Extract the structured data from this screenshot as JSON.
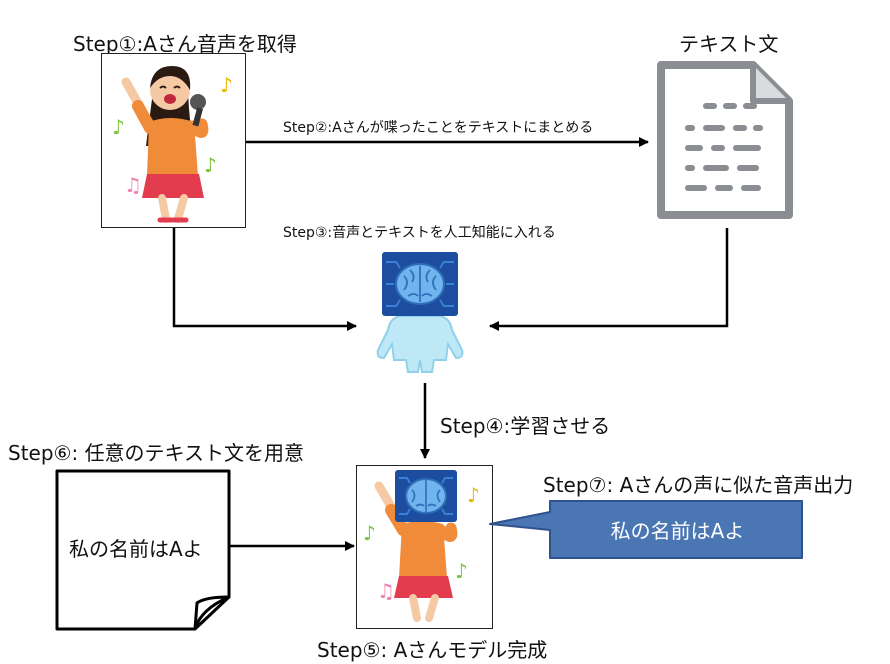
{
  "steps": {
    "step1": "Step①:Aさん音声を取得",
    "step2": "Step②:Aさんが喋ったことをテキストにまとめる",
    "step3": "Step③:音声とテキストを人工知能に入れる",
    "step4": "Step④:学習させる",
    "step5": "Step⑤: Aさんモデル完成",
    "step6": "Step⑥: 任意のテキスト文を用意",
    "step7": "Step⑦:  Aさんの声に似た音声出力"
  },
  "text_doc_label": "テキスト文",
  "note_text": "私の名前はAよ",
  "speech_text": "私の名前はAよ",
  "icons": {
    "singer": "singer-illustration-icon",
    "document": "text-document-icon",
    "ai": "ai-robot-icon",
    "ai_singer": "ai-singer-model-icon",
    "note": "folded-note-icon"
  },
  "colors": {
    "speech_fill": "#4a76b4",
    "speech_border": "#2f528f",
    "robot_body": "#bfe8f7",
    "chip": "#1d4d9e",
    "brain": "#6fb4ee",
    "shirt": "#f08b3a",
    "skirt": "#e23c4e",
    "doc_gray": "#8a8e93"
  }
}
